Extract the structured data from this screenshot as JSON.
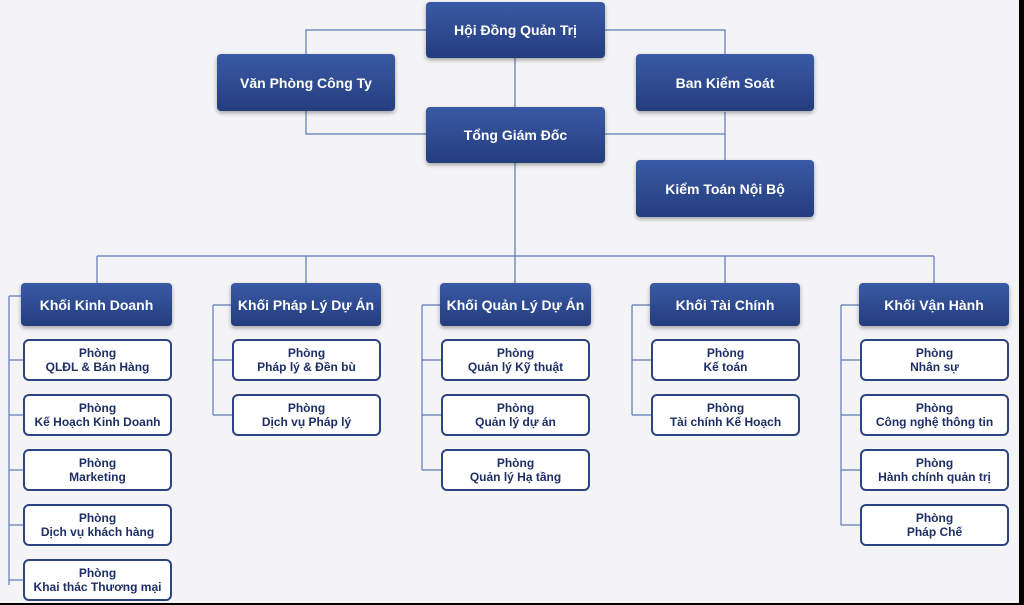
{
  "top": {
    "board": "Hội Đồng Quản Trị",
    "office": "Văn Phòng Công Ty",
    "supervisory": "Ban Kiểm Soát",
    "ceo": "Tổng Giám Đốc",
    "audit": "Kiểm Toán Nội Bộ"
  },
  "divisions": [
    {
      "name": "Khối Kinh Doanh",
      "departments": [
        {
          "l1": "Phòng",
          "l2": "QLĐL & Bán Hàng"
        },
        {
          "l1": "Phòng",
          "l2": "Kế Hoạch Kinh Doanh"
        },
        {
          "l1": "Phòng",
          "l2": "Marketing"
        },
        {
          "l1": "Phòng",
          "l2": "Dịch vụ khách hàng"
        },
        {
          "l1": "Phòng",
          "l2": "Khai thác Thương mại"
        }
      ]
    },
    {
      "name": "Khối Pháp Lý Dự Án",
      "departments": [
        {
          "l1": "Phòng",
          "l2": "Pháp lý & Đền bù"
        },
        {
          "l1": "Phòng",
          "l2": "Dịch vụ Pháp lý"
        }
      ]
    },
    {
      "name": "Khối Quản Lý Dự Án",
      "departments": [
        {
          "l1": "Phòng",
          "l2": "Quản lý Kỹ thuật"
        },
        {
          "l1": "Phòng",
          "l2": "Quản lý dự án"
        },
        {
          "l1": "Phòng",
          "l2": "Quản lý Hạ tầng"
        }
      ]
    },
    {
      "name": "Khối Tài Chính",
      "departments": [
        {
          "l1": "Phòng",
          "l2": "Kế toán"
        },
        {
          "l1": "Phòng",
          "l2": "Tài chính Kế Hoạch"
        }
      ]
    },
    {
      "name": "Khối Vận Hành",
      "departments": [
        {
          "l1": "Phòng",
          "l2": "Nhân sự"
        },
        {
          "l1": "Phòng",
          "l2": "Công nghệ thông tin"
        },
        {
          "l1": "Phòng",
          "l2": "Hành chính quản trị"
        },
        {
          "l1": "Phòng",
          "l2": "Pháp Chế"
        }
      ]
    }
  ],
  "colors": {
    "header_top": "#3a5aa6",
    "header_bottom": "#243d7d",
    "dept_border": "#2c4482",
    "dept_text": "#1e2f66",
    "connector": "#5b79b8",
    "background": "#f4f4f6"
  }
}
